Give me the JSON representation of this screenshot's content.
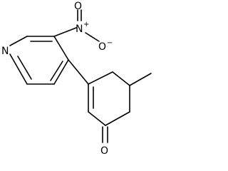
{
  "atoms": {
    "pyridine_n": "N",
    "nitro_n": "N",
    "nitro_o_top": "O",
    "nitro_o_right": "O",
    "ketone_o": "O",
    "plus_charge": "+",
    "minus_charge": "−"
  }
}
